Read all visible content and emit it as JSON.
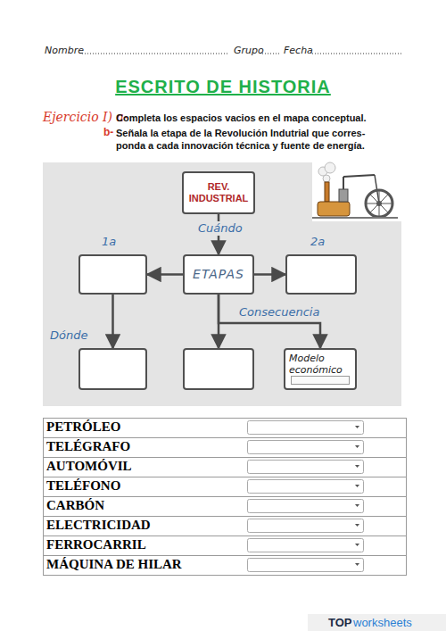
{
  "diagram": {
    "title": "ESCRITO DE HISTORIA",
    "nodes": [
      {
        "text": [
          "REV. INDUSTRIAL"
        ]
      },
      {
        "text": []
      },
      {
        "text": [
          "ETAPAS"
        ]
      },
      {
        "text": []
      },
      {
        "text": []
      },
      {
        "text": []
      },
      {
        "text": [
          "Modelo económico"
        ]
      }
    ],
    "edges": [
      {
        "from": 0,
        "to": 2,
        "label": "Cuándo",
        "arrow": "to"
      },
      {
        "from": 2,
        "to": 1,
        "label": "1a",
        "arrow": "to"
      },
      {
        "from": 2,
        "to": 3,
        "label": "2a",
        "arrow": "to"
      },
      {
        "from": 1,
        "to": 4,
        "label": "Dónde",
        "arrow": "to"
      },
      {
        "from": 2,
        "to": 5,
        "arrow": "to"
      },
      {
        "from": 2,
        "to": 6,
        "label": "Consecuencia",
        "arrow": "to"
      }
    ],
    "labels": [
      "Nombre",
      "Grupo",
      "Fecha",
      "Ejercicio I) a-",
      "Completa los espacios vacios en el mapa conceptual.",
      "b-",
      "Señala la etapa de la Revolución Indutrial que corres- ponda a cada innovación técnica y fuente de energía.",
      "PETRÓLEO",
      "TELÉGRAFO",
      "AUTOMÓVIL",
      "TELÉFONO",
      "CARBÓN",
      "ELECTRICIDAD",
      "FERROCARRIL",
      "MÁQUINA DE HILAR",
      "TOP",
      "worksheets"
    ]
  }
}
